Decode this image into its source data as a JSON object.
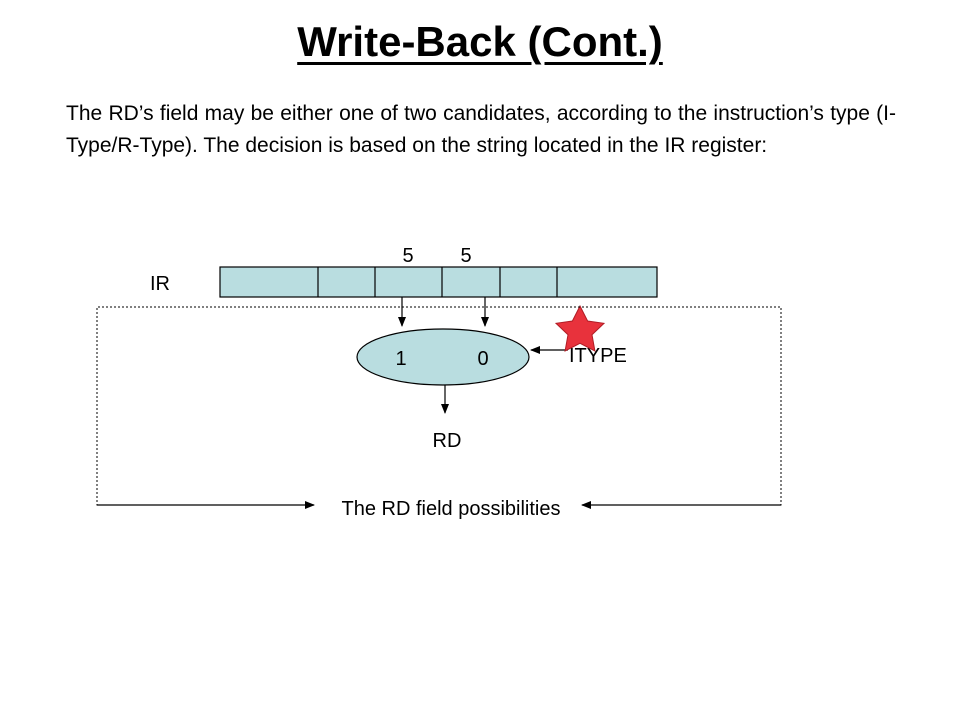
{
  "slide": {
    "title": "Write-Back (Cont.)",
    "paragraph": "The RD’s field may be either one of two candidates, according to the instruction’s type (I-Type/R-Type). The decision is based on the string located in the IR register:"
  },
  "diagram": {
    "register_label": "IR",
    "field_width_labels": [
      "5",
      "5"
    ],
    "mux_inputs": [
      "1",
      "0"
    ],
    "select_label": "ITYPE",
    "output_label": "RD",
    "caption": "The RD field possibilities",
    "colors": {
      "register_fill": "#b9dde0",
      "mux_fill": "#b9dde0",
      "star_fill": "#e8323c",
      "stroke": "#000000"
    },
    "icons": [
      "star-icon"
    ]
  }
}
